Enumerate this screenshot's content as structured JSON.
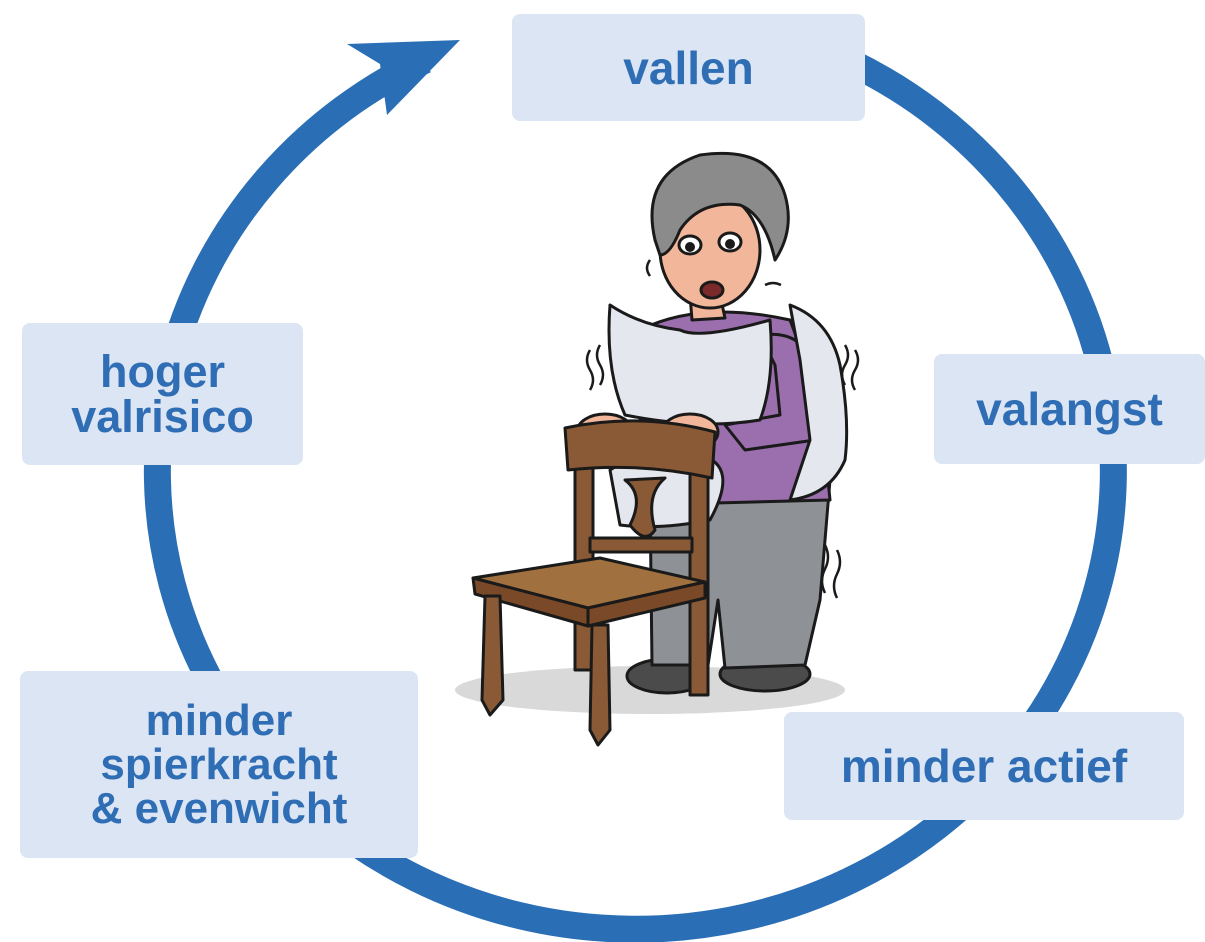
{
  "diagram": {
    "type": "cycle",
    "steps": [
      {
        "id": "vallen",
        "label": "vallen"
      },
      {
        "id": "valangst",
        "label": "valangst"
      },
      {
        "id": "minder-actief",
        "label": "minder actief"
      },
      {
        "id": "spierkracht",
        "label": "minder\nspierkracht\n& evenwicht"
      },
      {
        "id": "hoger-valrisico",
        "label": "hoger\nvalrisico"
      }
    ],
    "colors": {
      "arrow": "#2a6fb6",
      "box_fill": "#dbe5f3",
      "box_text": "#2f6db5",
      "shirt": "#9b6fae",
      "chair": "#8a5a36",
      "pants": "#8e9296",
      "skin": "#f2b79a",
      "pillow": "#e4e7ee"
    }
  }
}
